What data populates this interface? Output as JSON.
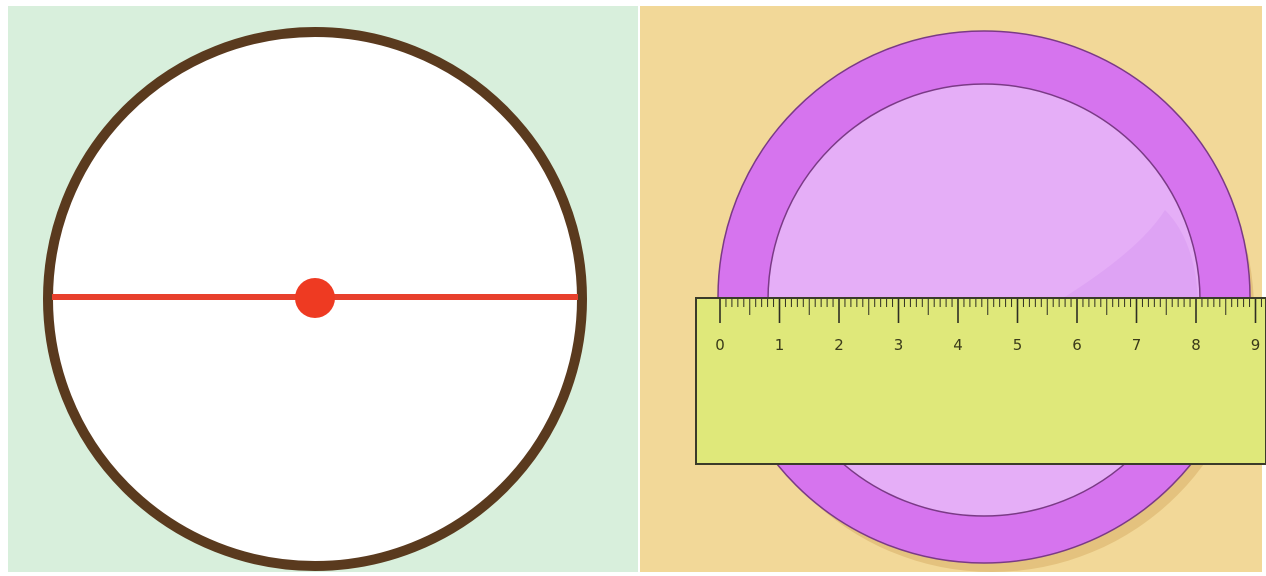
{
  "colors": {
    "left_panel_bg": "#d8efdc",
    "right_panel_bg": "#f2d898",
    "circle_fill": "#ffffff",
    "circle_stroke": "#5a3a1e",
    "diameter_line": "#e8402c",
    "center_dot": "#ee3a22",
    "plate_outer": "#d674ee",
    "plate_inner": "#e5aef7",
    "plate_shadow": "#e4c27e",
    "plate_outline": "#7a3a86",
    "ruler_fill": "#dfe87a",
    "ruler_outline": "#3b3b2a",
    "ruler_ticks": "#2e2e22"
  },
  "ruler": {
    "numbers": [
      "0",
      "1",
      "2",
      "3",
      "4",
      "5",
      "6",
      "7",
      "8",
      "9"
    ]
  },
  "icons": [
    "circle-with-diameter-illustration",
    "plate-with-ruler-illustration"
  ]
}
